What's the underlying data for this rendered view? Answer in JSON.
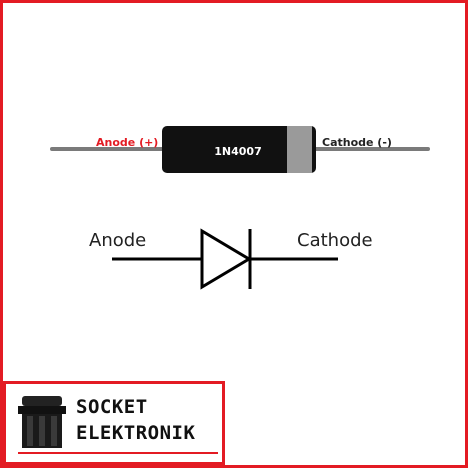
{
  "diagram": {
    "physical": {
      "anode_label": "Anode (+)",
      "cathode_label": "Cathode (-)",
      "part_number": "1N4007"
    },
    "symbol": {
      "anode_label": "Anode",
      "cathode_label": "Cathode"
    }
  },
  "logo": {
    "line1": "SOCKET",
    "line2": "ELEKTRONIK"
  },
  "colors": {
    "frame": "#e31b23",
    "anode_text": "#e31b23",
    "body": "#111111",
    "band": "#9a9a9a",
    "lead": "#7a7a7a"
  }
}
